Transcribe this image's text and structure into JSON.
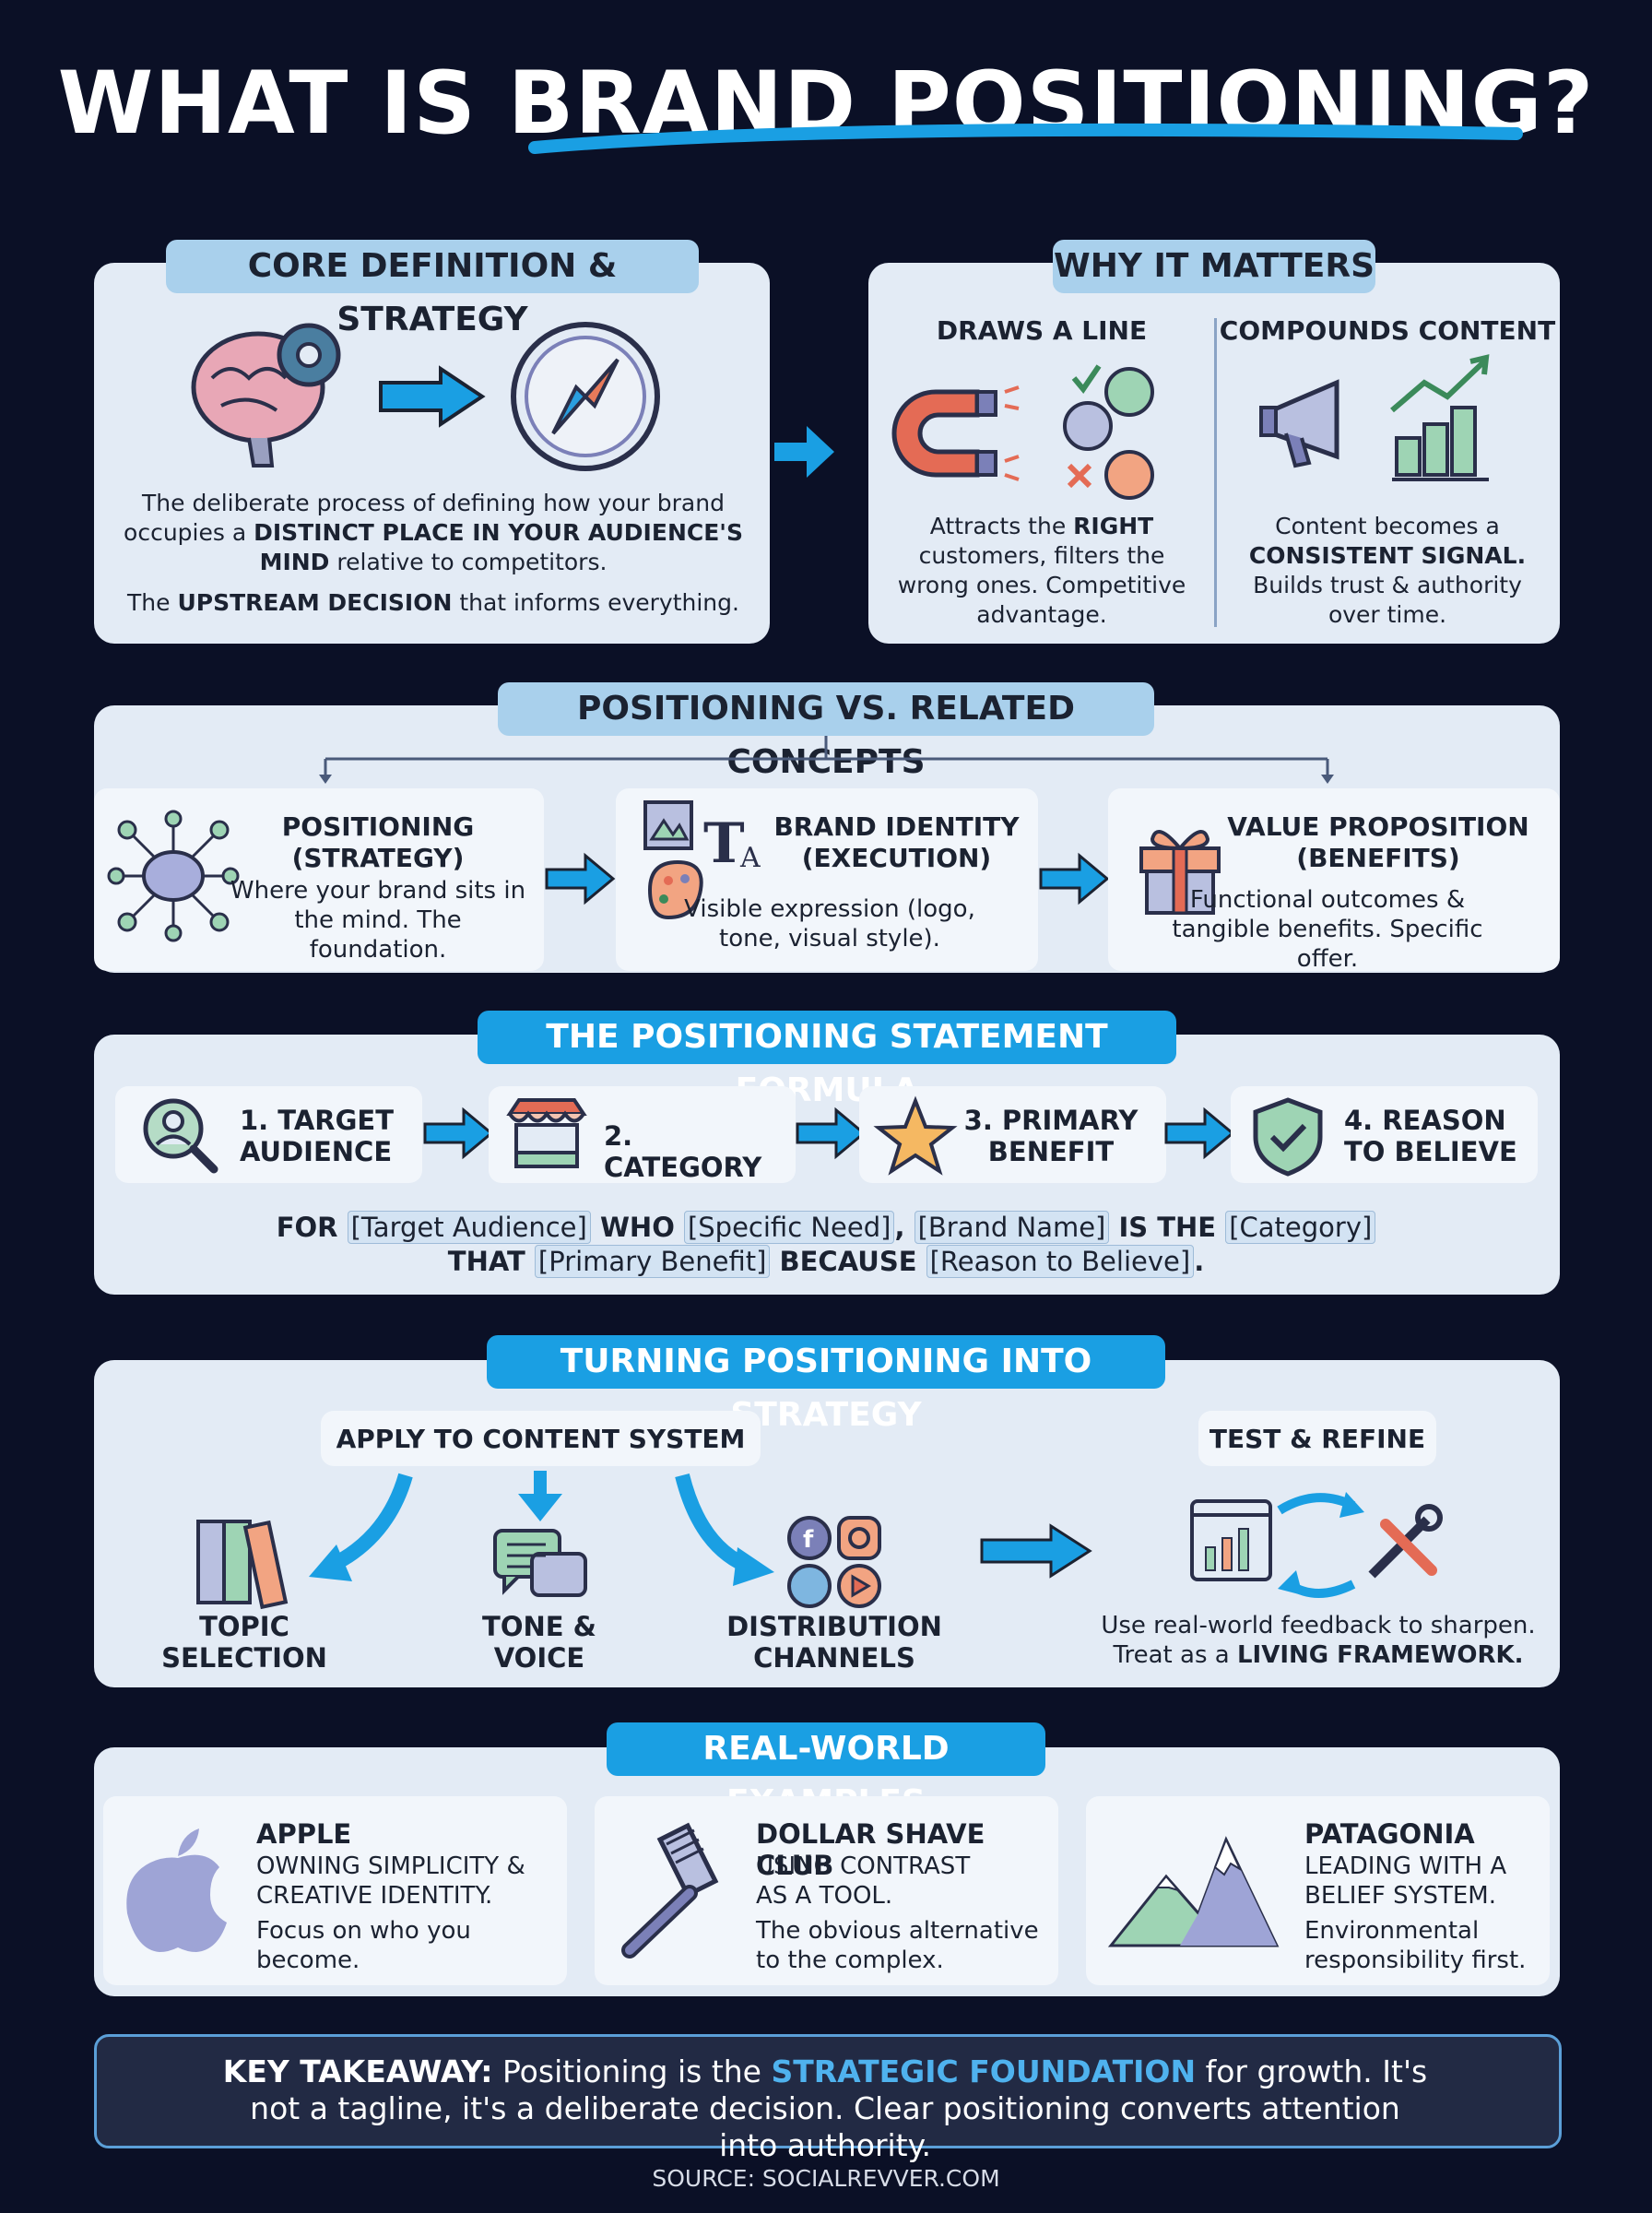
{
  "title": {
    "part1": "WHAT IS ",
    "part2": "BRAND POSITIONING?"
  },
  "core": {
    "heading": "CORE DEFINITION & STRATEGY",
    "p1_a": "The deliberate process of defining how your brand occupies a ",
    "p1_b": "DISTINCT PLACE IN YOUR AUDIENCE'S MIND",
    "p1_c": " relative to competitors.",
    "p2_a": "The ",
    "p2_b": "UPSTREAM DECISION",
    "p2_c": " that informs everything."
  },
  "why": {
    "heading": "WHY IT MATTERS",
    "col1_title": "DRAWS A LINE",
    "col1_a": "Attracts the ",
    "col1_b": "RIGHT",
    "col1_c": " customers, filters the wrong ones. Competitive advantage.",
    "col2_title": "COMPOUNDS CONTENT",
    "col2_a": "Content becomes a ",
    "col2_b": "CONSISTENT SIGNAL.",
    "col2_c": " Builds trust & authority over time."
  },
  "versus": {
    "heading": "POSITIONING VS. RELATED CONCEPTS",
    "items": [
      {
        "title": "POSITIONING (STRATEGY)",
        "desc": "Where your brand sits in the mind. The foundation."
      },
      {
        "title": "BRAND IDENTITY (EXECUTION)",
        "desc": "Visible expression (logo, tone, visual style)."
      },
      {
        "title": "VALUE PROPOSITION (BENEFITS)",
        "desc": "Functional outcomes & tangible benefits. Specific offer."
      }
    ]
  },
  "formula": {
    "heading": "THE POSITIONING STATEMENT FORMULA",
    "steps": [
      "1. TARGET AUDIENCE",
      "2. CATEGORY",
      "3. PRIMARY BENEFIT",
      "4. REASON TO BELIEVE"
    ],
    "s1": "FOR ",
    "s2": "[Target Audience]",
    "s3": " WHO ",
    "s4": "[Specific Need]",
    "s5": ", ",
    "s6": "[Brand Name]",
    "s7": " IS THE ",
    "s8": "[Category]",
    "s9": "THAT ",
    "s10": "[Primary Benefit]",
    "s11": " BECAUSE ",
    "s12": "[Reason to Believe]",
    "s13": "."
  },
  "strategy": {
    "heading": "TURNING POSITIONING INTO STRATEGY",
    "apply_label": "APPLY TO CONTENT SYSTEM",
    "test_label": "TEST & REFINE",
    "items": [
      "TOPIC SELECTION",
      "TONE & VOICE",
      "DISTRIBUTION CHANNELS"
    ],
    "test_a": "Use real-world feedback to sharpen. Treat as a ",
    "test_b": "LIVING FRAMEWORK."
  },
  "examples": {
    "heading": "REAL-WORLD EXAMPLES",
    "items": [
      {
        "name": "APPLE",
        "tag": "OWNING SIMPLICITY & CREATIVE IDENTITY.",
        "desc": "Focus on who you become."
      },
      {
        "name": "DOLLAR SHAVE CLUB",
        "tag": "USING CONTRAST AS A TOOL.",
        "desc": "The obvious alternative to the complex."
      },
      {
        "name": "PATAGONIA",
        "tag": "LEADING WITH A BELIEF SYSTEM.",
        "desc": "Environmental responsibility first."
      }
    ]
  },
  "takeaway": {
    "label": "KEY TAKEAWAY:",
    "a": " Positioning is the ",
    "b": "STRATEGIC FOUNDATION",
    "c": " for growth. It's not a tagline, it's a deliberate decision. Clear positioning converts attention into authority."
  },
  "source": "SOURCE: SOCIALREVVER.COM",
  "colors": {
    "background": "#0b1026",
    "card": "#e3ebf5",
    "accent": "#1a9fe3",
    "pill": "#a9d0ec"
  }
}
